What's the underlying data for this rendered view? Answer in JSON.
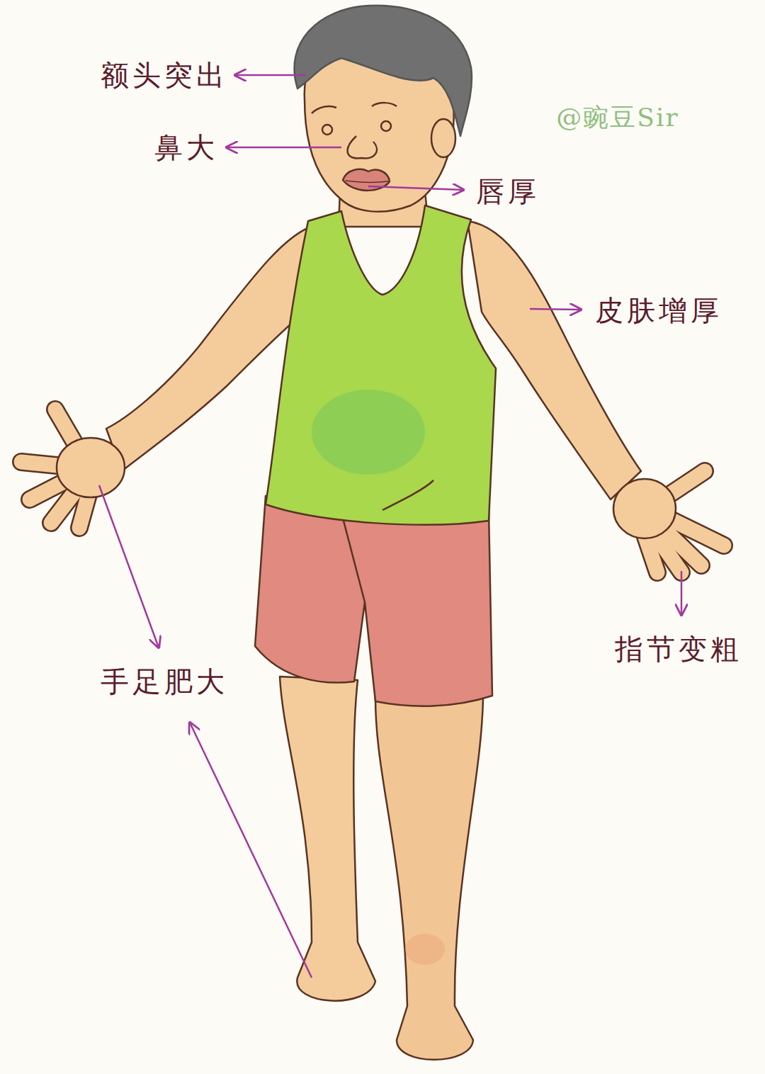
{
  "diagram": {
    "labels": [
      "额头突出",
      "鼻大",
      "唇厚",
      "皮肤增厚",
      "手足肥大",
      "指节变粗",
      "@豌豆Sir"
    ]
  }
}
